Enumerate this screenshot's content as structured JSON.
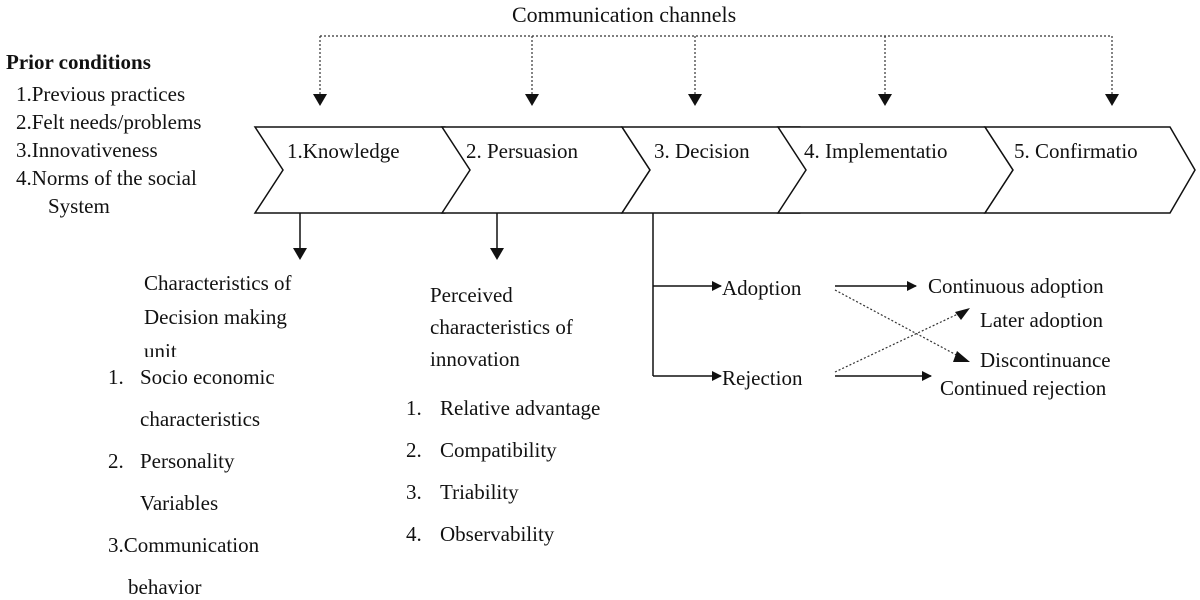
{
  "title": "Communication channels",
  "prior": {
    "heading": "Prior conditions",
    "items": [
      "1.Previous practices",
      "2.Felt needs/problems",
      "3.Innovativeness",
      "4.Norms of the social",
      "System"
    ]
  },
  "stages": [
    "1.Knowledge",
    "2. Persuasion",
    "3. Decision",
    "4. Implementatio",
    "5. Confirmatio"
  ],
  "knowledge": {
    "heading": [
      "Characteristics of",
      "Decision making",
      "unit"
    ],
    "items": [
      "1.",
      "Socio economic",
      "characteristics",
      "2.",
      "Personality",
      "Variables",
      "3.Communication",
      "behavior"
    ]
  },
  "persuasion": {
    "heading": [
      "Perceived",
      "characteristics of",
      "innovation"
    ],
    "items": [
      "1.",
      "Relative advantage",
      "2.",
      "Compatibility",
      "3.",
      "Triability",
      "4.",
      "Observability"
    ]
  },
  "decision": {
    "adoption": "Adoption",
    "rejection": "Rejection",
    "continuous_adoption": "Continuous adoption",
    "later_adoption": "Later adoption",
    "discontinuance": "Discontinuance",
    "continued_rejection": "Continued rejection"
  },
  "colors": {
    "line": "#111111",
    "background": "#ffffff"
  }
}
